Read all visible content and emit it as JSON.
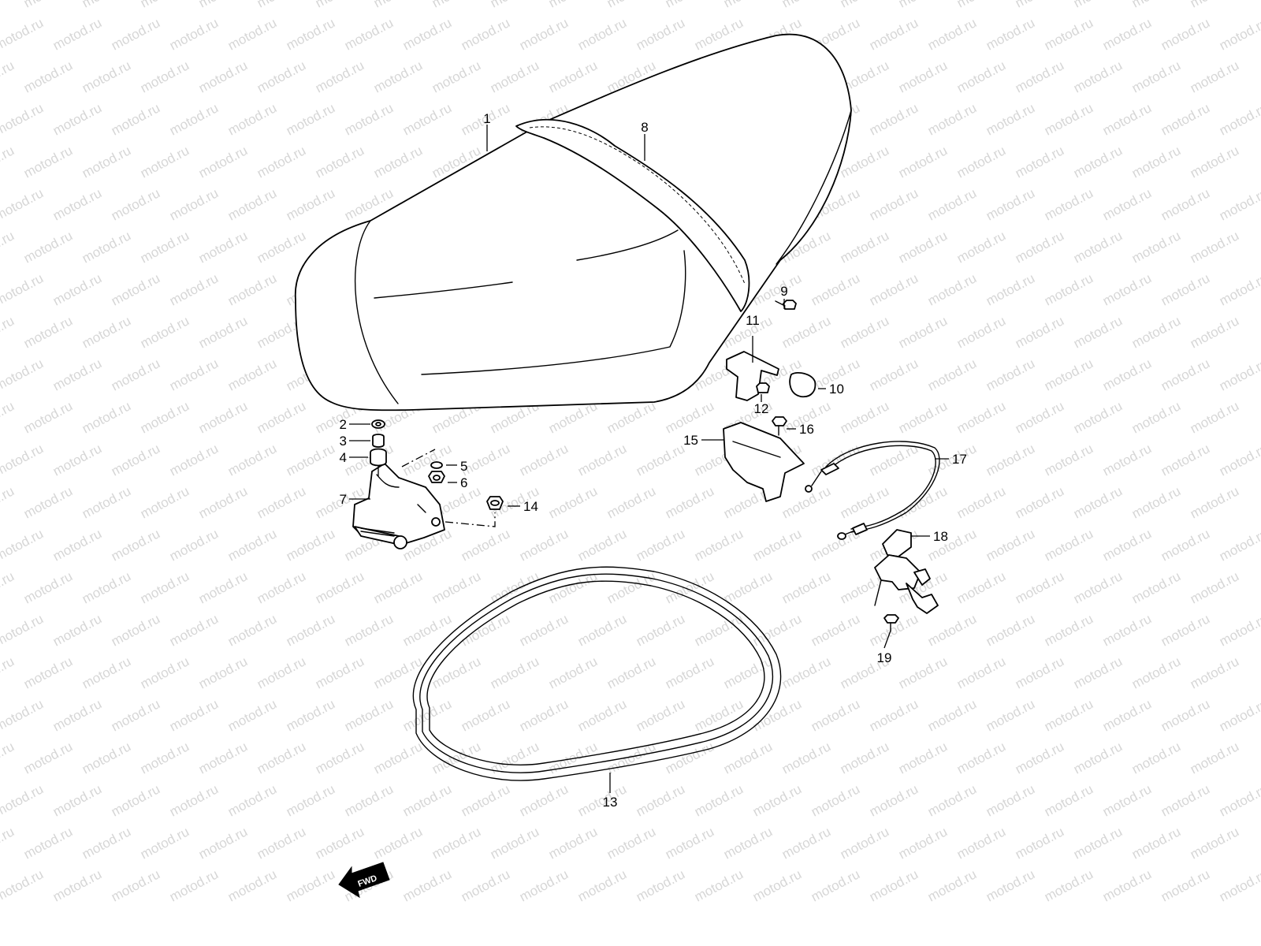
{
  "watermark": {
    "text": "motod.ru",
    "color": "#d6d6d6"
  },
  "callouts": [
    {
      "id": "1",
      "label": "1"
    },
    {
      "id": "2",
      "label": "2"
    },
    {
      "id": "3",
      "label": "3"
    },
    {
      "id": "4",
      "label": "4"
    },
    {
      "id": "5",
      "label": "5"
    },
    {
      "id": "6",
      "label": "6"
    },
    {
      "id": "7",
      "label": "7"
    },
    {
      "id": "8",
      "label": "8"
    },
    {
      "id": "9",
      "label": "9"
    },
    {
      "id": "10",
      "label": "10"
    },
    {
      "id": "11",
      "label": "11"
    },
    {
      "id": "12",
      "label": "12"
    },
    {
      "id": "13",
      "label": "13"
    },
    {
      "id": "14",
      "label": "14"
    },
    {
      "id": "15",
      "label": "15"
    },
    {
      "id": "16",
      "label": "16"
    },
    {
      "id": "17",
      "label": "17"
    },
    {
      "id": "18",
      "label": "18"
    },
    {
      "id": "19",
      "label": "19"
    }
  ],
  "direction_arrow": {
    "label": "FWD",
    "icon": "fwd-arrow-icon"
  }
}
